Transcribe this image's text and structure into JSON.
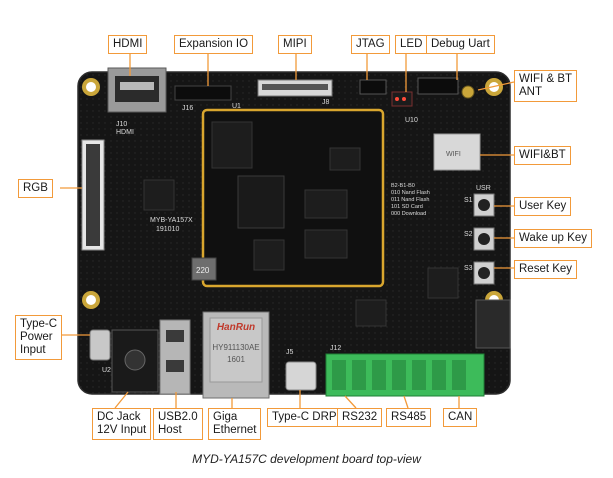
{
  "callouts": {
    "hdmi": "HDMI",
    "expansion_io": "Expansion IO",
    "mipi": "MIPI",
    "jtag": "JTAG",
    "led": "LED",
    "debug_uart": "Debug Uart",
    "wifi_bt_ant": "WIFI & BT\nANT",
    "wifi_bt": "WIFI&BT",
    "user_key": "User Key",
    "wakeup_key": "Wake up Key",
    "reset_key": "Reset Key",
    "rgb": "RGB",
    "type_c_power": "Type-C\nPower\nInput",
    "dc_jack": "DC Jack\n12V Input",
    "usb_host": "USB2.0\nHost",
    "giga_ethernet": "Giga\nEthernet",
    "type_c_drp": "Type-C DRP",
    "rs232": "RS232",
    "rs485": "RS485",
    "can": "CAN"
  },
  "board_silk": {
    "j10": "J10",
    "hdmi_silk": "HDMI",
    "j16": "J16",
    "u1": "U1",
    "j8": "J8",
    "chip_logo": "HanRun",
    "chip_model": "HY911130AE",
    "chip_code": "1601",
    "board_id": "MYB-YA157X",
    "board_rev": "191010",
    "u10": "U10",
    "s1": "S1",
    "s2": "S2",
    "s3": "S3",
    "usr": "USR",
    "wifi_module": "WIFI",
    "boot_table": "B2-B1-B0\n010 Nand Flash\n011 Nand Flash\n101 SD Card\n000 Download",
    "inductor": "220",
    "j5": "J5",
    "j12": "J12",
    "u2": "U2"
  },
  "caption": "MYD-YA157C development board top-view",
  "colors": {
    "callout_border": "#f29a3a",
    "board": "#151515",
    "som_outline": "#d9a62e",
    "terminal_green": "#3dbb5a"
  }
}
